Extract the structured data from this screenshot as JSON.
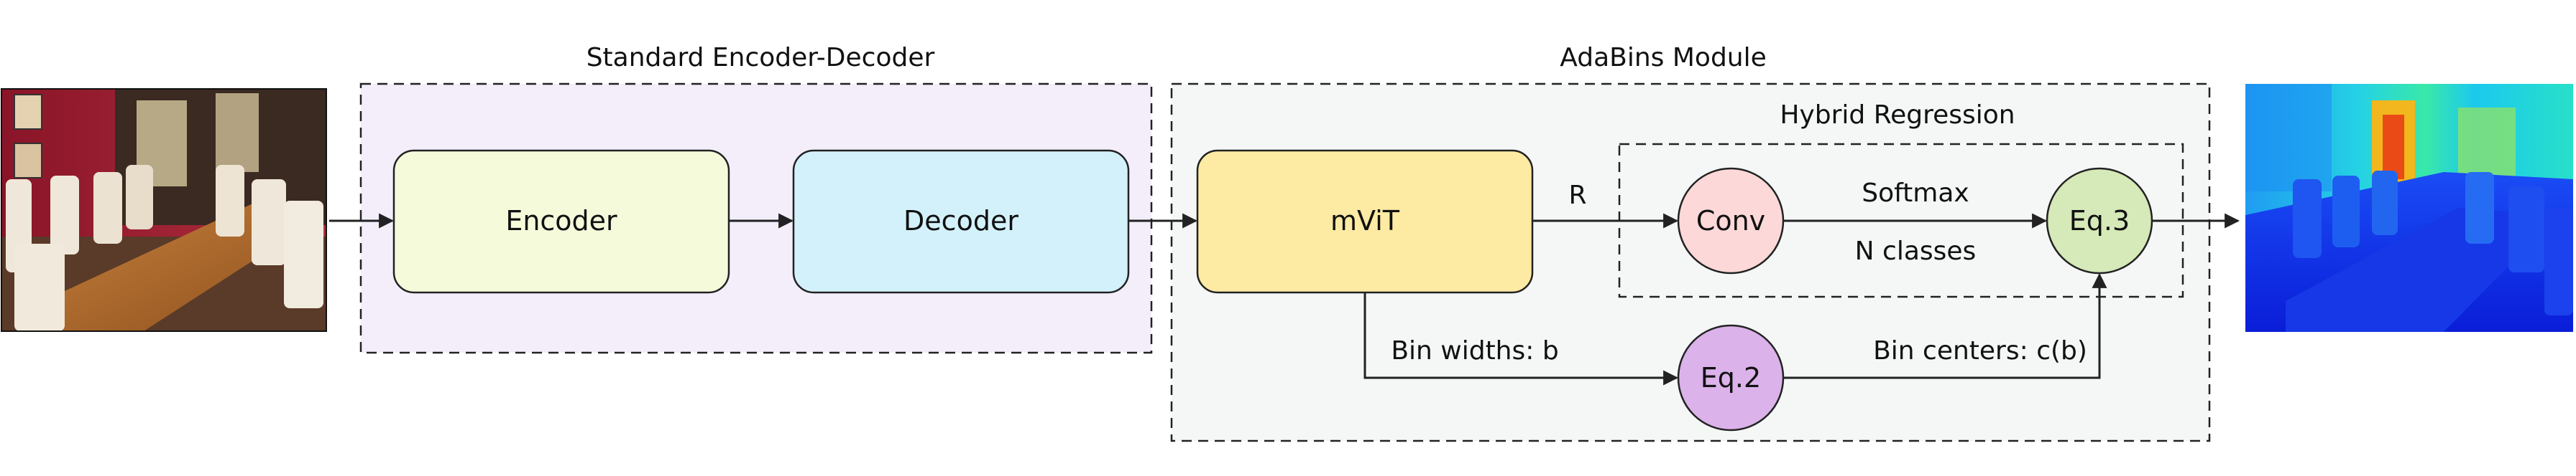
{
  "diagram": {
    "groups": {
      "standard": "Standard Encoder-Decoder",
      "adabins": "AdaBins Module",
      "hybrid": "Hybrid Regression"
    },
    "nodes": {
      "encoder": "Encoder",
      "decoder": "Decoder",
      "mvit": "mViT",
      "conv": "Conv",
      "eq3": "Eq.3",
      "eq2": "Eq.2"
    },
    "edge_labels": {
      "r": "R",
      "softmax": "Softmax",
      "n_classes": "N classes",
      "bin_widths": "Bin widths: b",
      "bin_centers": "Bin centers: c(b)"
    },
    "images": {
      "input": "input RGB photo of a dining room with a wooden table and chairs",
      "output": "predicted depth map (jet colormap)"
    },
    "colors": {
      "standard_bg": "#f3eefa",
      "adabins_bg": "#f4f7f6",
      "encoder": "#f5fadb",
      "decoder": "#d3f1fb",
      "mvit": "#fdeaa3",
      "conv": "#fcd8d8",
      "eq3": "#d6e9b8",
      "eq2": "#dcb2ea"
    }
  }
}
